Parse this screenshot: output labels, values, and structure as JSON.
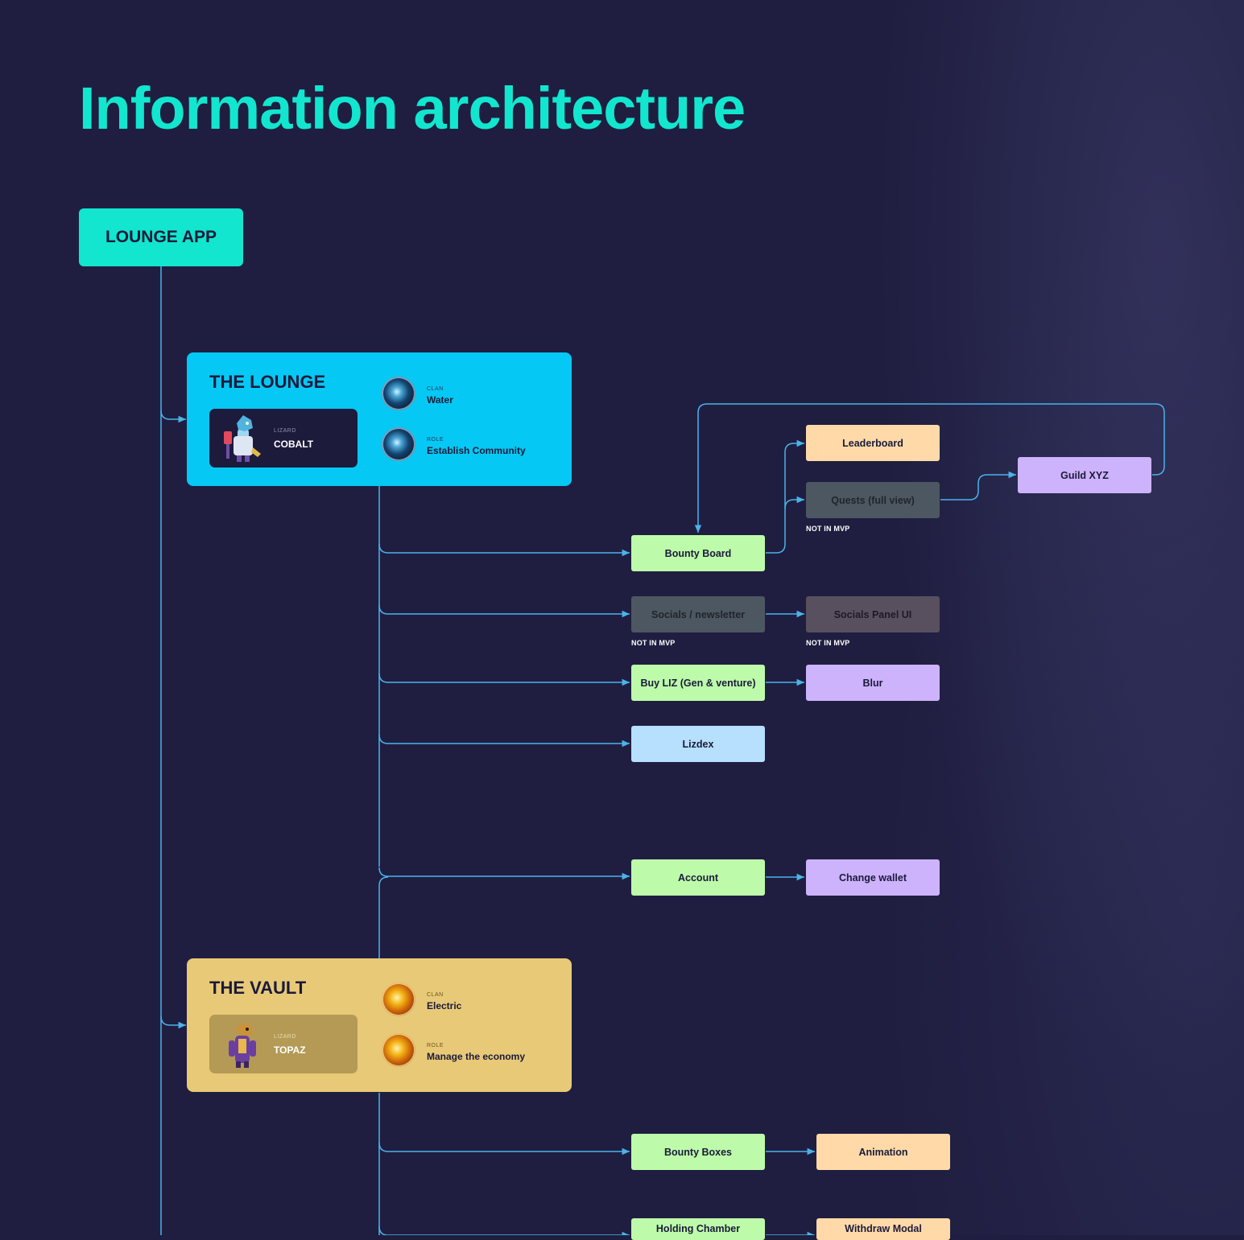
{
  "title": "Information architecture",
  "root": {
    "label": "LOUNGE APP"
  },
  "sections": {
    "lounge": {
      "title": "THE LOUNGE",
      "lizard_label": "LIZARD",
      "lizard_name": "COBALT",
      "clan_label": "CLAN",
      "clan_value": "Water",
      "role_label": "ROLE",
      "role_value": "Establish Community"
    },
    "vault": {
      "title": "THE VAULT",
      "lizard_label": "LIZARD",
      "lizard_name": "TOPAZ",
      "clan_label": "CLAN",
      "clan_value": "Electric",
      "role_label": "ROLE",
      "role_value": "Manage the economy"
    }
  },
  "nodes": {
    "bounty_board": "Bounty Board",
    "leaderboard": "Leaderboard",
    "quests": "Quests (full view)",
    "guild": "Guild XYZ",
    "socials": "Socials / newsletter",
    "socials_panel": "Socials Panel UI",
    "buy_liz": "Buy LIZ (Gen & venture)",
    "blur": "Blur",
    "lizdex": "Lizdex",
    "account": "Account",
    "change_wallet": "Change wallet",
    "bounty_boxes": "Bounty Boxes",
    "animation": "Animation",
    "holding_chamber": "Holding Chamber",
    "withdraw_modal": "Withdraw Modal"
  },
  "notes": {
    "not_in_mvp": "NOT IN MVP"
  },
  "colors": {
    "background": "#1f1e40",
    "title": "#12e6cf",
    "connector": "#4ab3ea",
    "lounge": "#06c8f4",
    "vault": "#e8c977",
    "green_node": "#bdfbaa",
    "orange_node": "#ffdaa8",
    "purple_node": "#cdb3fb",
    "blue_node": "#b6e0fe"
  }
}
